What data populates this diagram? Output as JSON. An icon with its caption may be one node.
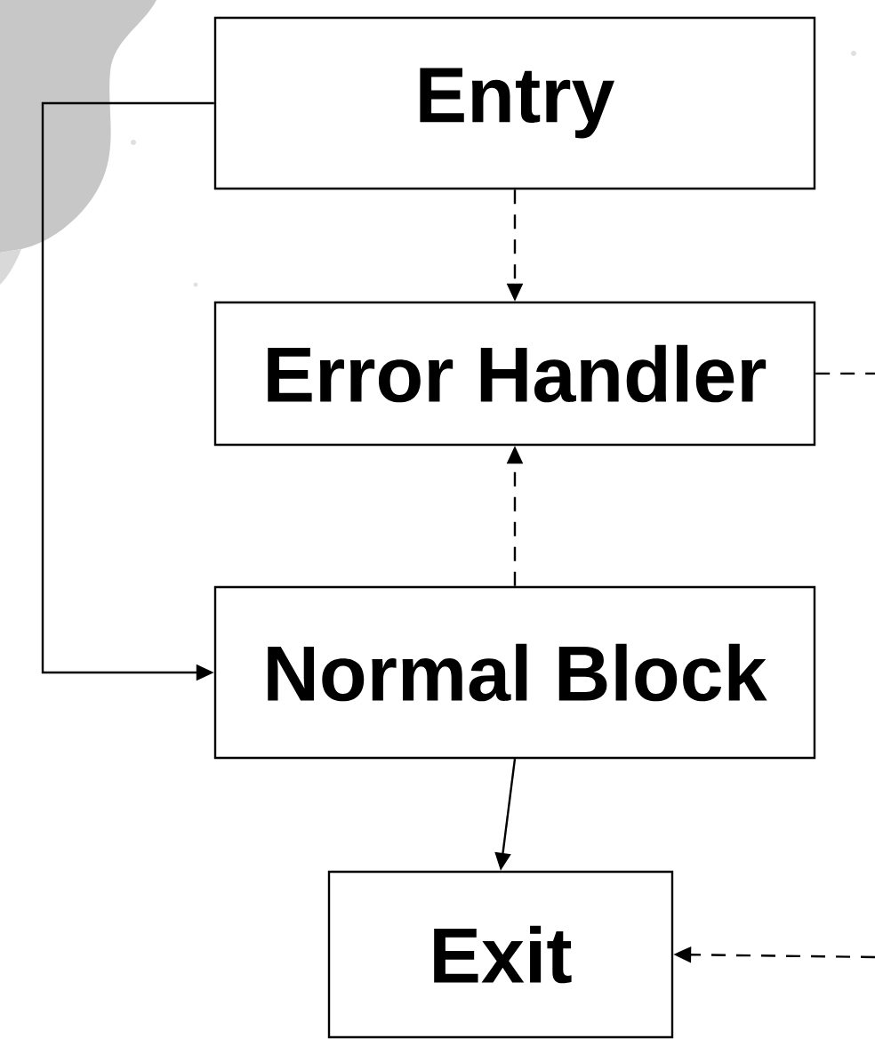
{
  "diagram": {
    "nodes": [
      {
        "text": [
          "Entry"
        ]
      },
      {
        "text": [
          "Error Handler"
        ]
      },
      {
        "text": [
          "Normal Block"
        ]
      },
      {
        "text": [
          "Exit"
        ]
      }
    ],
    "edges": [
      {
        "from": 0,
        "to": 1,
        "arrow": "to",
        "style": "dashed"
      },
      {
        "from": 2,
        "to": 1,
        "arrow": "to",
        "style": "dashed"
      },
      {
        "from": 0,
        "to": 2,
        "arrow": "to"
      },
      {
        "from": 2,
        "to": 3,
        "arrow": "to"
      },
      {
        "from": 1,
        "to": null,
        "arrow": "none",
        "style": "dashed"
      },
      {
        "from": null,
        "to": 3,
        "arrow": "to",
        "style": "dashed"
      }
    ]
  }
}
